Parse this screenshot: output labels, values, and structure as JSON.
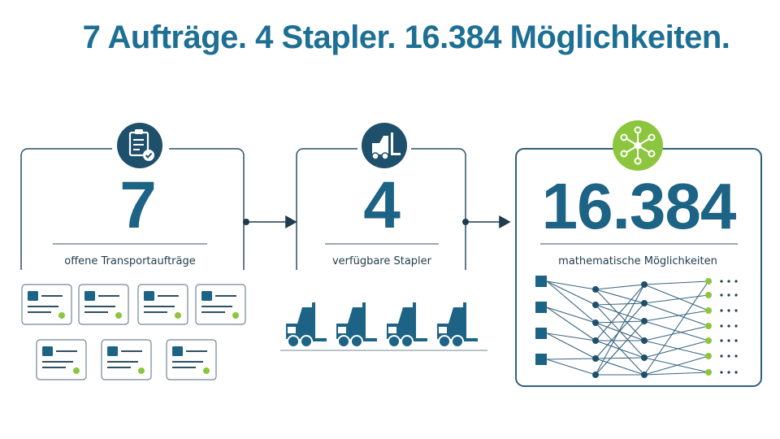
{
  "title": "7 Aufträge. 4 Stapler. 16.384 Möglichkeiten.",
  "panels": [
    {
      "value": "7",
      "caption": "offene Transportaufträge",
      "icon": "clipboard-check-icon"
    },
    {
      "value": "4",
      "caption": "verfügbare Stapler",
      "icon": "forklift-icon"
    },
    {
      "value": "16.384",
      "caption": "mathematische Möglichkeiten",
      "icon": "network-icon"
    }
  ],
  "counts": {
    "order_cards": 7,
    "forklifts": 4
  },
  "colors": {
    "primary": "#1d6385",
    "accent": "#8cc63f",
    "line": "#2f5f7a"
  }
}
